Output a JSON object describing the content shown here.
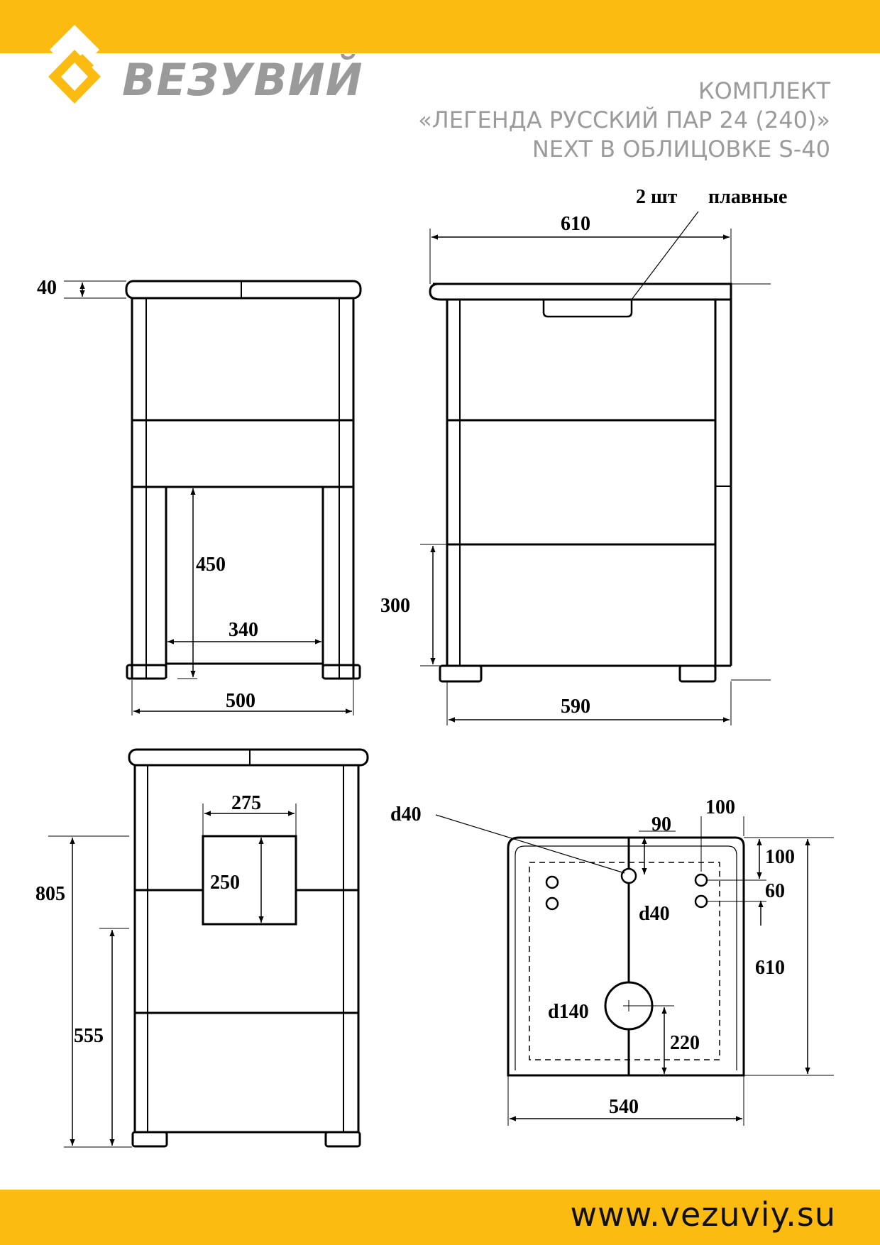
{
  "brand": {
    "name": "ВЕЗУВИЙ",
    "accent": "#fbbb10",
    "text_color": "#9a9a9a"
  },
  "title_lines": [
    "КОМПЛЕКТ",
    "«ЛЕГЕНДА РУССКИЙ ПАР 24 (240)»",
    "NEXT В ОБЛИЦОВКЕ S-40"
  ],
  "website": "www.vezuviy.su",
  "front_view": {
    "top_thickness": "40",
    "opening_height": "450",
    "opening_width": "340",
    "width": "500"
  },
  "side_view": {
    "note_qty": "2 шт",
    "note_text": "плавные",
    "top_width": "610",
    "lower_height": "300",
    "base_width": "590"
  },
  "rear_view": {
    "window_width": "275",
    "window_height": "250",
    "height_upper": "805",
    "height_lower": "555"
  },
  "top_view": {
    "hole_small_callout": "d40",
    "offset_90": "90",
    "offset_100_top": "100",
    "offset_100_side": "100",
    "spacing_60": "60",
    "hole_small_label": "d40",
    "depth": "610",
    "hole_large": "d140",
    "offset_220": "220",
    "width": "540"
  }
}
